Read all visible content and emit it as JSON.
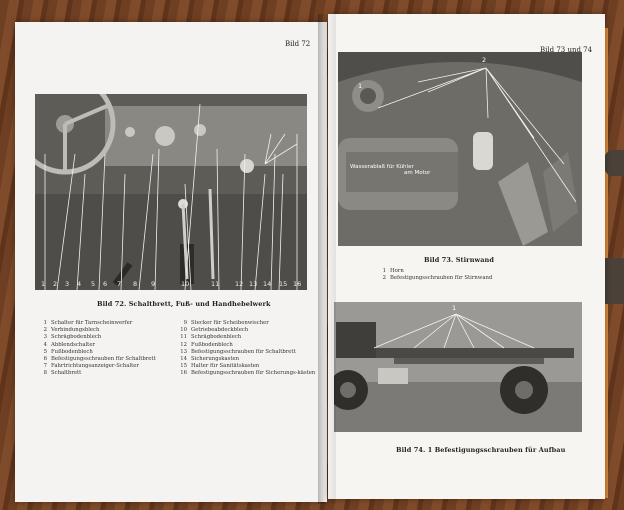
{
  "left_page": {
    "header": "Bild 72",
    "caption": "Bild 72. Schaltbrett, Fuß- und Handhebelwerk",
    "callout_numbers": [
      "1",
      "2",
      "3",
      "4",
      "5",
      "6",
      "7",
      "8",
      "9",
      "10",
      "11",
      "12",
      "13",
      "14",
      "15",
      "16"
    ],
    "legend_left": [
      {
        "n": "1",
        "text": "Schalter für Tarnscheinwerfer"
      },
      {
        "n": "2",
        "text": "Verbindungsblech"
      },
      {
        "n": "3",
        "text": "Schrägbodenblech"
      },
      {
        "n": "4",
        "text": "Abblendschalter"
      },
      {
        "n": "5",
        "text": "Fußbodenblech"
      },
      {
        "n": "6",
        "text": "Befestigungsschrauben für Schaltbrett"
      },
      {
        "n": "7",
        "text": "Fahrtrichtungsanzeiger-Schalter"
      },
      {
        "n": "8",
        "text": "Schaltbrett"
      }
    ],
    "legend_right": [
      {
        "n": "9",
        "text": "Stecker für Scheibenwischer"
      },
      {
        "n": "10",
        "text": "Getriebeabdeckblech"
      },
      {
        "n": "11",
        "text": "Schrägbodenblech"
      },
      {
        "n": "12",
        "text": "Fußbodenblech"
      },
      {
        "n": "13",
        "text": "Befestigungsschrauben für Schaltbrett"
      },
      {
        "n": "14",
        "text": "Sicherungskasten"
      },
      {
        "n": "15",
        "text": "Halter für Sanitätskasten"
      },
      {
        "n": "16",
        "text": "Befestigungsschrauben für Sicherungs-kästen"
      }
    ]
  },
  "right_page": {
    "header": "Bild 73 und 74",
    "photo73_labels": {
      "num2": "2",
      "num1": "1",
      "label_a": "Wasserablaß für Kühler",
      "label_b": "am Motor"
    },
    "caption73": "Bild 73. Stirnwand",
    "legend73": [
      {
        "n": "1",
        "text": "Horn"
      },
      {
        "n": "2",
        "text": "Befestigungsschrauben für Stirnwand"
      }
    ],
    "photo74_labels": {
      "num1": "1"
    },
    "caption74": "Bild 74. 1 Befestigungsschrauben für Aufbau"
  }
}
